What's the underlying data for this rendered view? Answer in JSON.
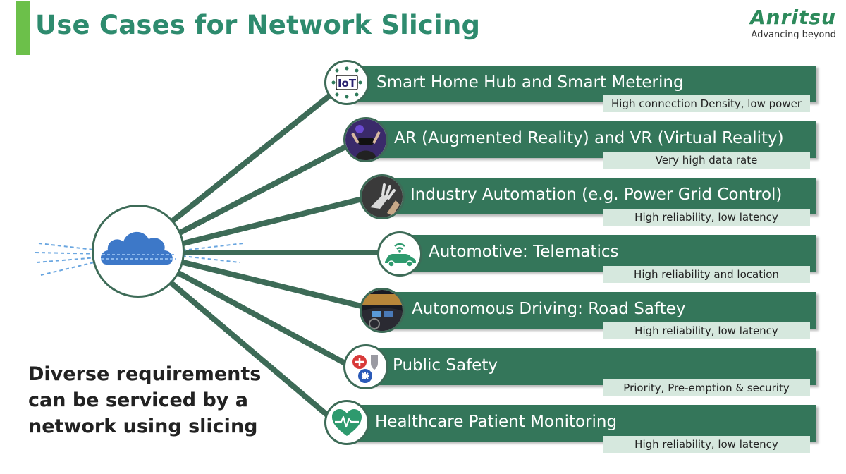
{
  "header": {
    "title": "Use Cases for Network Slicing",
    "logo_name": "Anritsu",
    "logo_tagline": "Advancing beyond"
  },
  "hub": {
    "icon": "cloud-icon"
  },
  "use_cases": [
    {
      "label": "Smart Home Hub and Smart Metering",
      "requirement": "High connection Density, low power",
      "icon": "iot-icon",
      "icon_text": "IoT"
    },
    {
      "label": "AR (Augmented Reality) and VR (Virtual Reality)",
      "requirement": "Very high data rate",
      "icon": "vr-headset-icon"
    },
    {
      "label": "Industry Automation (e.g. Power Grid Control)",
      "requirement": "High reliability, low latency",
      "icon": "robot-hand-icon"
    },
    {
      "label": "Automotive: Telematics",
      "requirement": "High reliability and location",
      "icon": "connected-car-icon"
    },
    {
      "label": "Autonomous Driving: Road Saftey",
      "requirement": "High reliability, low latency",
      "icon": "car-dashboard-icon"
    },
    {
      "label": "Public Safety",
      "requirement": "Priority, Pre-emption & security",
      "icon": "emergency-services-icon"
    },
    {
      "label": "Healthcare Patient Monitoring",
      "requirement": "High  reliability, low latency",
      "icon": "heart-monitor-icon"
    }
  ],
  "summary": {
    "line1": "Diverse requirements",
    "line2": "can be serviced by a",
    "line3": "network using slicing"
  },
  "colors": {
    "title_green": "#2e8b6e",
    "accent_bar": "#6cc04a",
    "bar_green": "#34765a",
    "requirement_box": "#d6e8de",
    "cloud_blue": "#3d78c8"
  }
}
